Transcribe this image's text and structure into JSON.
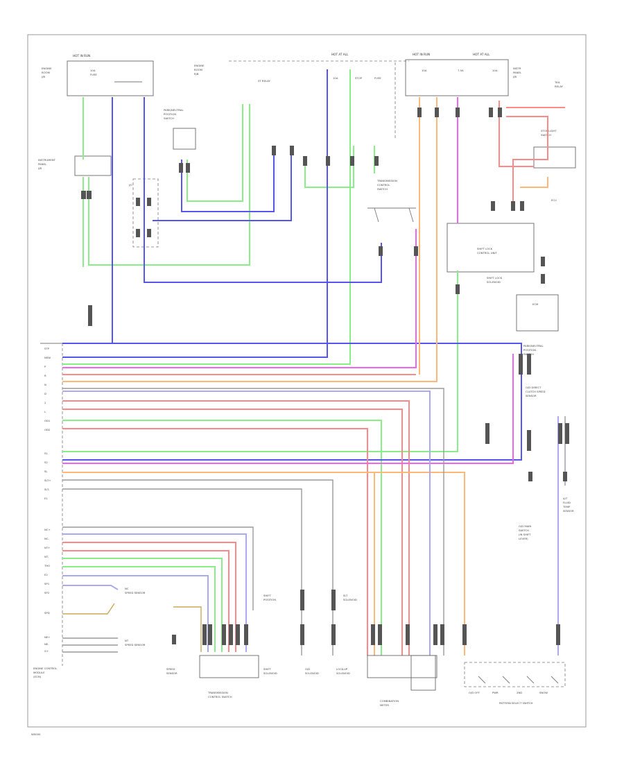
{
  "diagram": {
    "footer_code": "W0000",
    "wire_colors": {
      "green": "#88ee88",
      "blue": "#5555ee",
      "red": "#ff8888",
      "orange": "#ffb877",
      "magenta": "#ee66ee",
      "lavender": "#aaaaee",
      "gray": "#888888",
      "tan": "#c8aa55"
    },
    "components": [
      {
        "id": "engine_control_module",
        "label": "ENGINE CONTROL MODULE"
      },
      {
        "id": "transmission_control_switch",
        "label": "TRANSMISSION CONTROL SWITCH"
      },
      {
        "id": "shift_lock_control_unit",
        "label": "SHIFT LOCK CONTROL UNIT"
      },
      {
        "id": "combination_meter",
        "label": "COMBINATION METER"
      },
      {
        "id": "park_neutral_position_switch",
        "label": "PARK/NEUTRAL POSITION SWITCH"
      },
      {
        "id": "overdrive_switch",
        "label": "O/D SWITCH"
      },
      {
        "id": "stop_light_switch",
        "label": "STOP LIGHT SWITCH"
      },
      {
        "id": "speed_sensor_1",
        "label": "SPEED SENSOR"
      },
      {
        "id": "speed_sensor_2",
        "label": "SPEED SENSOR"
      }
    ]
  }
}
